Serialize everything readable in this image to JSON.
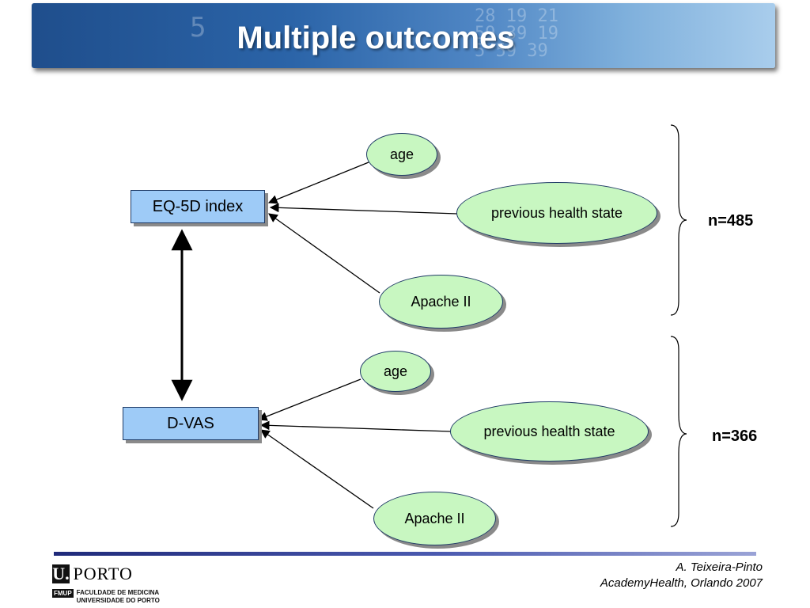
{
  "slide": {
    "title": "Multiple outcomes",
    "outcomes": [
      {
        "label": "EQ-5D index"
      },
      {
        "label": "D-VAS"
      }
    ],
    "group1": {
      "predictors": [
        "age",
        "previous health state",
        "Apache II"
      ],
      "n_label": "n=485"
    },
    "group2": {
      "predictors": [
        "age",
        "previous health state",
        "Apache II"
      ],
      "n_label": "n=366"
    }
  },
  "footer": {
    "author": "A. Teixeira-Pinto",
    "event": "AcademyHealth, Orlando 2007"
  },
  "logo": {
    "u_letter": "U.",
    "university": "PORTO",
    "fmup": "FMUP",
    "faculty_line1": "FACULDADE DE MEDICINA",
    "faculty_line2": "UNIVERSIDADE DO PORTO"
  },
  "colors": {
    "box_fill": "#9ecbf7",
    "ellipse_fill": "#c8f7c1",
    "banner_dark": "#1f4e8c"
  }
}
